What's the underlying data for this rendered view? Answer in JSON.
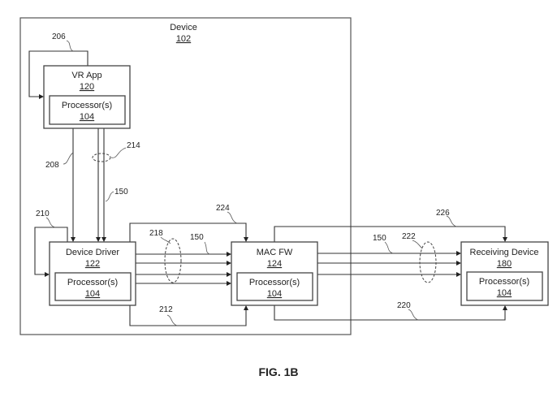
{
  "device": {
    "title": "Device",
    "ref": "102"
  },
  "vr_app": {
    "title": "VR App",
    "ref": "120",
    "processor": "Processor(s)",
    "processor_ref": "104"
  },
  "device_driver": {
    "title": "Device Driver",
    "ref": "122",
    "processor": "Processor(s)",
    "processor_ref": "104"
  },
  "mac_fw": {
    "title": "MAC FW",
    "ref": "124",
    "processor": "Processor(s)",
    "processor_ref": "104"
  },
  "receiving_device": {
    "title": "Receiving Device",
    "ref": "180",
    "processor": "Processor(s)",
    "processor_ref": "104"
  },
  "refs": {
    "r206": "206",
    "r208": "208",
    "r214": "214",
    "r150a": "150",
    "r210": "210",
    "r224": "224",
    "r218": "218",
    "r150b": "150",
    "r212": "212",
    "r226": "226",
    "r150c": "150",
    "r222": "222",
    "r220": "220"
  },
  "caption": "FIG. 1B"
}
